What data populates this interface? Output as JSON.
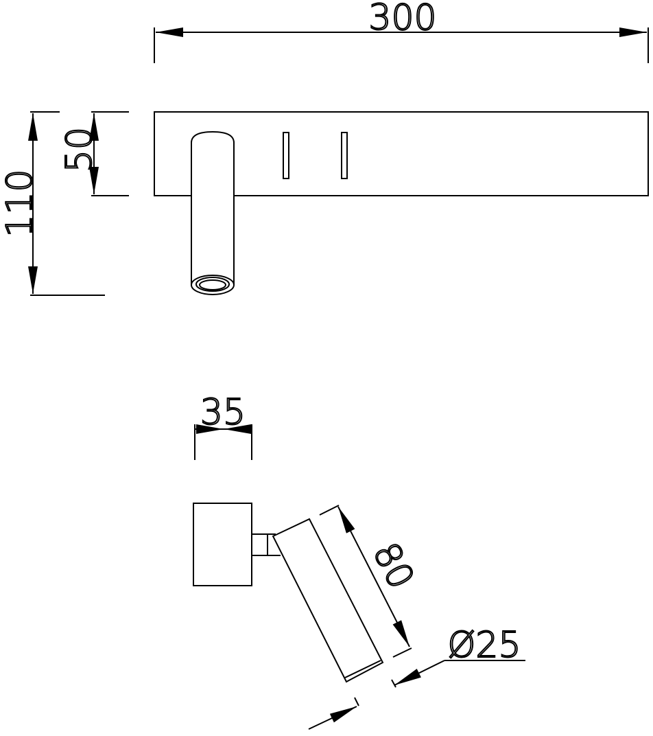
{
  "dimensions": {
    "width_total": "300",
    "height_total": "110",
    "plate_height": "50",
    "mount_width": "35",
    "arm_length": "80",
    "diameter": "Ø25"
  },
  "colors": {
    "line": "#000000",
    "background": "#ffffff"
  }
}
